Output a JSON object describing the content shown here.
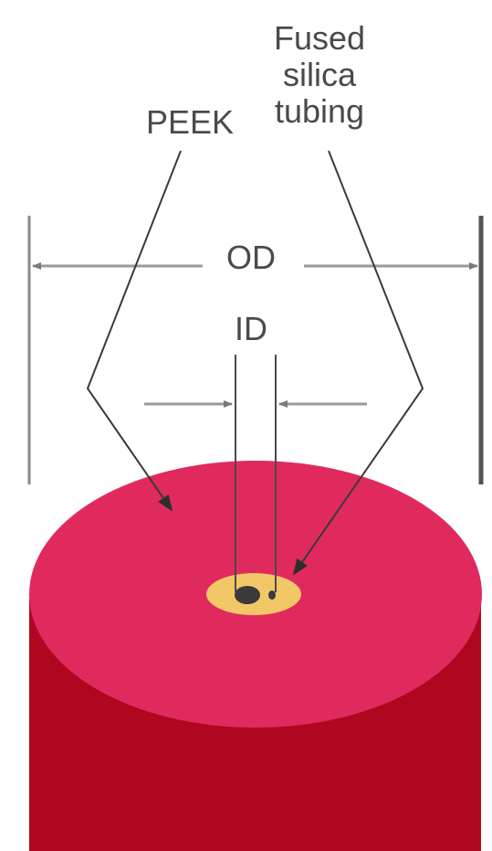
{
  "labels": {
    "fused_silica_line1": "Fused",
    "fused_silica_line2": "silica",
    "fused_silica_line3": "tubing",
    "peek": "PEEK",
    "od": "OD",
    "id": "ID"
  },
  "colors": {
    "peek_top": "#e02a5e",
    "peek_side": "#b00720",
    "silica_ring": "#f2c768",
    "bore": "#3a3a3a",
    "line": "#3f3f3f",
    "dimension_arrow": "#9a9a9a",
    "text": "#4a4a4a"
  }
}
